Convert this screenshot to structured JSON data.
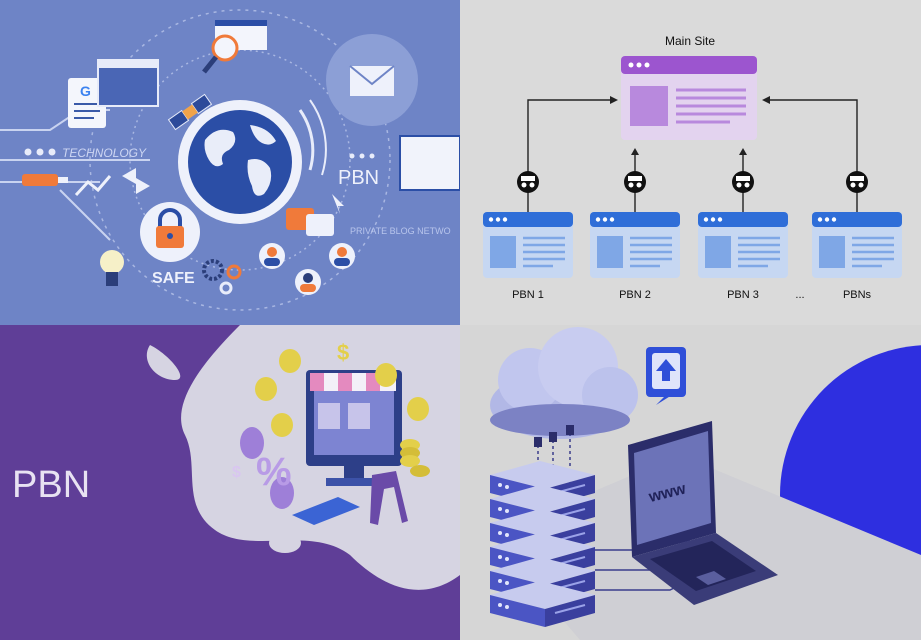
{
  "top_left": {
    "technology_label": "TECHNOLOGY",
    "pbn_label": "PBN",
    "private_label": "PRIVATE BLOG NETWO",
    "safe_label": "SAFE",
    "google_letter": "G"
  },
  "top_right": {
    "main_site_label": "Main Site",
    "pbn_labels": [
      "PBN 1",
      "PBN 2",
      "PBN 3",
      "...",
      "PBNs"
    ]
  },
  "bottom_left": {
    "pbn_label": "PBN",
    "coin_symbol": "$",
    "percent_symbol": "%"
  },
  "bottom_right": {
    "www_label": "www"
  },
  "colors": {
    "tl_bg": "#6e84c6",
    "bl_bg": "#5f3e97",
    "main_site_purple": "#a468d6",
    "pbn_blue": "#2f6ed8",
    "br_accent": "#2e2fe0"
  }
}
